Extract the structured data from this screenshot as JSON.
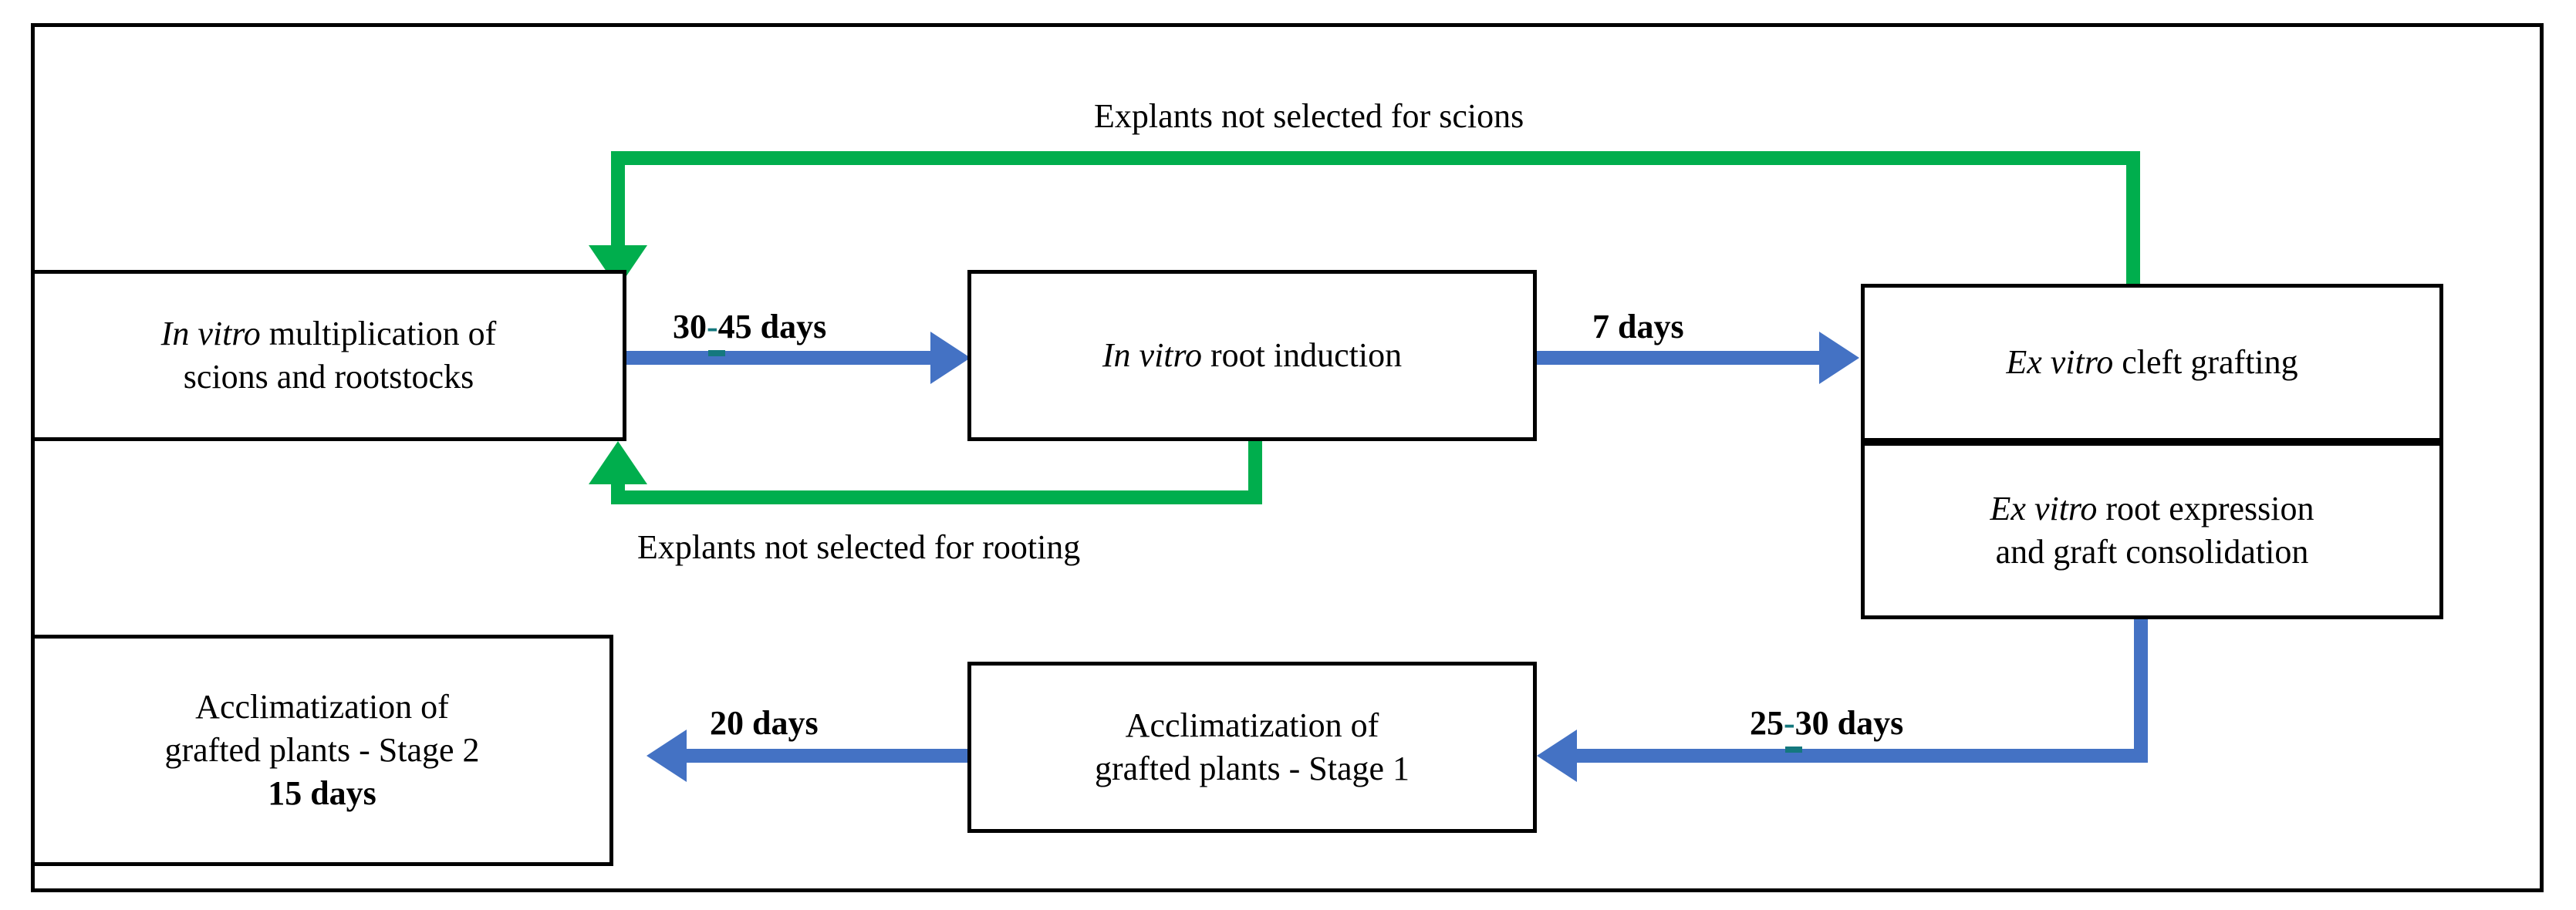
{
  "diagram": {
    "title": "Micrografting workflow",
    "colors": {
      "arrow_blue": "#4472C4",
      "arrow_green": "#00AE4D",
      "teal_mark": "#14787E",
      "box_border": "#000000",
      "background": "#FFFFFF"
    },
    "boxes": [
      {
        "id": "multiplication",
        "line1_italic": "In vitro",
        "line1_rest": " multiplication of",
        "line2": "scions and rootstocks"
      },
      {
        "id": "root-induction",
        "line1_italic": "In vitro",
        "line1_rest": " root induction"
      },
      {
        "id": "cleft-grafting",
        "line1_italic": "Ex vitro",
        "line1_rest": " cleft grafting"
      },
      {
        "id": "root-expression",
        "line1_italic": "Ex vitro",
        "line1_rest": " root expression",
        "line2": "and graft consolidation"
      },
      {
        "id": "acclim-stage2",
        "line1": "Acclimatization of",
        "line2": "grafted plants - Stage 2",
        "line3_bold": "15 days"
      },
      {
        "id": "acclim-stage1",
        "line1": "Acclimatization of",
        "line2": "grafted plants - Stage 1"
      }
    ],
    "edge_labels": [
      {
        "id": "mult-to-root",
        "prefix": "30",
        "hyphen": "-",
        "suffix": "45 days"
      },
      {
        "id": "root-to-graft",
        "text": "7 days"
      },
      {
        "id": "graft-to-stage1",
        "prefix": "25",
        "hyphen": "-",
        "suffix": "30 days"
      },
      {
        "id": "stage1-to-stage2",
        "text": "20 days"
      }
    ],
    "feedback_labels": [
      {
        "id": "not-selected-scions",
        "text": "Explants not selected for scions"
      },
      {
        "id": "not-selected-rooting",
        "text": "Explants not selected for rooting"
      }
    ]
  }
}
